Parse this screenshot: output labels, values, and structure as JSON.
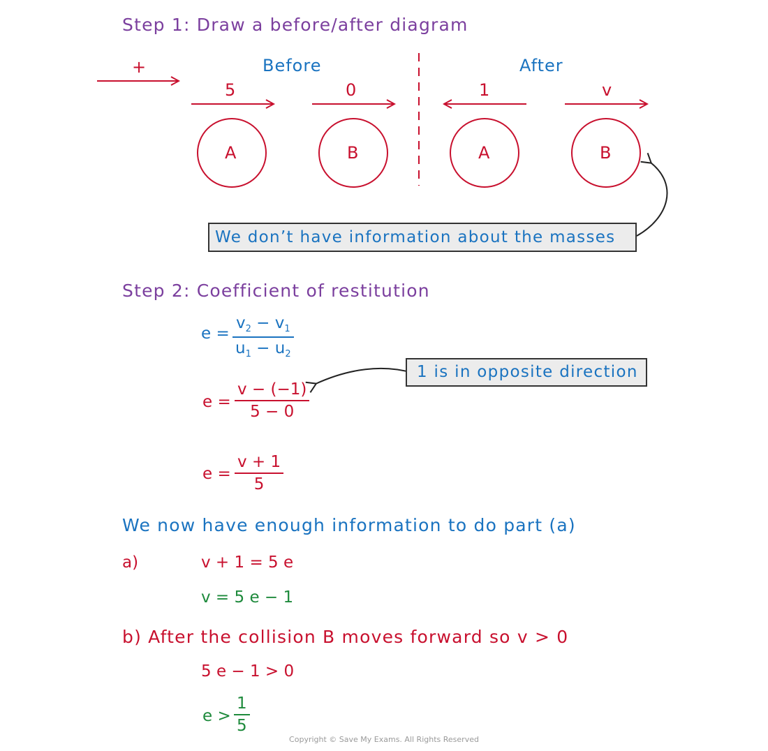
{
  "step1": {
    "title": "Step 1: Draw a before/after diagram"
  },
  "diagram": {
    "direction_label": "+",
    "before_label": "Before",
    "after_label": "After",
    "before": [
      {
        "ball": "A",
        "velocity": "5"
      },
      {
        "ball": "B",
        "velocity": "0"
      }
    ],
    "after": [
      {
        "ball": "A",
        "velocity": "1"
      },
      {
        "ball": "B",
        "velocity": "v"
      }
    ],
    "note": "We don’t have information about the masses"
  },
  "step2": {
    "title": "Step 2: Coefficient of restitution",
    "formula": {
      "lhs": "e =",
      "num_v2": "v",
      "num_v2_sub": "2",
      "minus": " − ",
      "num_v1": "v",
      "num_v1_sub": "1",
      "den_u1": "u",
      "den_u1_sub": "1",
      "den_u2": "u",
      "den_u2_sub": "2"
    },
    "sub1": {
      "lhs": "e =",
      "num": "v − (−1)",
      "den": "5 − 0"
    },
    "sub2": {
      "lhs": "e =",
      "num": "v + 1",
      "den": "5"
    },
    "note": "1 is in opposite direction"
  },
  "conclusion": "We now have enough information to do part (a)",
  "part_a": {
    "label": "a)",
    "line1": "v + 1 = 5 e",
    "line2": "v = 5 e − 1"
  },
  "part_b": {
    "text": "b) After the collision B moves forward so v > 0",
    "line1": "5 e − 1 > 0",
    "ineq_lhs": "e >",
    "ineq_num": "1",
    "ineq_den": "5"
  },
  "footer": {
    "copyright": "Copyright © Save My Exams. All Rights Reserved"
  },
  "colors": {
    "purple": "#7b3f9e",
    "blue": "#1a73c0",
    "red": "#c8102e",
    "green": "#1e8a3c"
  }
}
